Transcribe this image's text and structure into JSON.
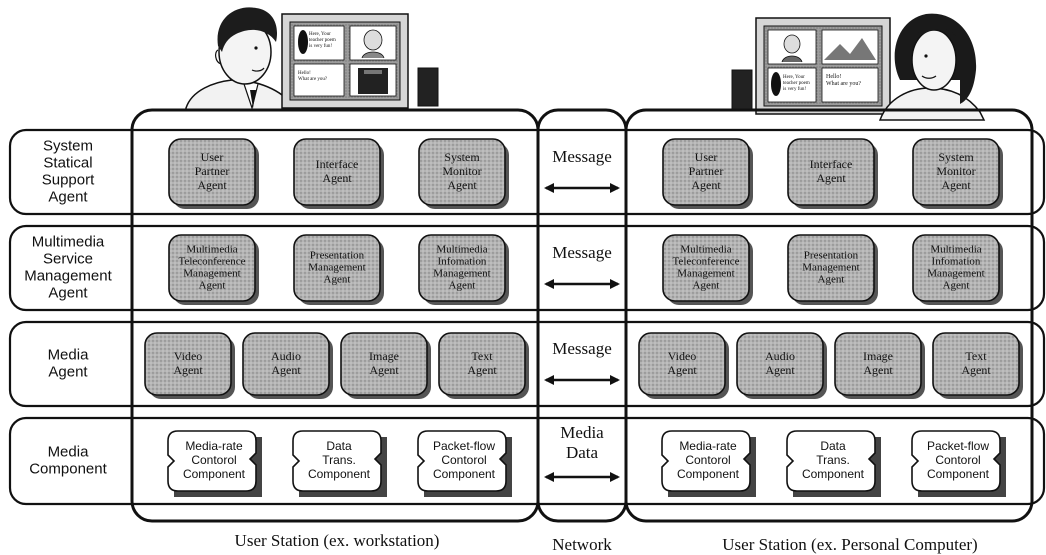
{
  "layers": [
    {
      "label": "System Statical Support Agent",
      "lines": [
        "System",
        "Statical",
        "Support",
        "Agent"
      ]
    },
    {
      "label": "Multimedia Service Management Agent",
      "lines": [
        "Multimedia",
        "Service",
        "Management",
        "Agent"
      ]
    },
    {
      "label": "Media Agent",
      "lines": [
        "Media",
        "Agent"
      ]
    },
    {
      "label": "Media Component",
      "lines": [
        "Media",
        "Component"
      ]
    }
  ],
  "network": {
    "arrow_labels": [
      {
        "lines": [
          "Message"
        ]
      },
      {
        "lines": [
          "Message"
        ]
      },
      {
        "lines": [
          "Message"
        ]
      },
      {
        "lines": [
          "Media",
          "Data"
        ]
      }
    ]
  },
  "stations": [
    {
      "rows": [
        [
          {
            "lines": [
              "User",
              "Partner",
              "Agent"
            ]
          },
          {
            "lines": [
              "Interface",
              "Agent"
            ]
          },
          {
            "lines": [
              "System",
              "Monitor",
              "Agent"
            ]
          }
        ],
        [
          {
            "lines": [
              "Multimedia",
              "Teleconference",
              "Management",
              "Agent"
            ]
          },
          {
            "lines": [
              "Presentation",
              "Management",
              "Agent"
            ]
          },
          {
            "lines": [
              "Multimedia",
              "Infomation",
              "Management",
              "Agent"
            ]
          }
        ],
        [
          {
            "lines": [
              "Video",
              "Agent"
            ]
          },
          {
            "lines": [
              "Audio",
              "Agent"
            ]
          },
          {
            "lines": [
              "Image",
              "Agent"
            ]
          },
          {
            "lines": [
              "Text",
              "Agent"
            ]
          }
        ],
        [
          {
            "lines": [
              "Media-rate",
              "Contorol",
              "Component"
            ]
          },
          {
            "lines": [
              "Data",
              "Trans.",
              "Component"
            ]
          },
          {
            "lines": [
              "Packet-flow",
              "Contorol",
              "Component"
            ]
          }
        ]
      ]
    },
    {
      "rows": [
        [
          {
            "lines": [
              "User",
              "Partner",
              "Agent"
            ]
          },
          {
            "lines": [
              "Interface",
              "Agent"
            ]
          },
          {
            "lines": [
              "System",
              "Monitor",
              "Agent"
            ]
          }
        ],
        [
          {
            "lines": [
              "Multimedia",
              "Teleconference",
              "Management",
              "Agent"
            ]
          },
          {
            "lines": [
              "Presentation",
              "Management",
              "Agent"
            ]
          },
          {
            "lines": [
              "Multimedia",
              "Infomation",
              "Management",
              "Agent"
            ]
          }
        ],
        [
          {
            "lines": [
              "Video",
              "Agent"
            ]
          },
          {
            "lines": [
              "Audio",
              "Agent"
            ]
          },
          {
            "lines": [
              "Image",
              "Agent"
            ]
          },
          {
            "lines": [
              "Text",
              "Agent"
            ]
          }
        ],
        [
          {
            "lines": [
              "Media-rate",
              "Contorol",
              "Component"
            ]
          },
          {
            "lines": [
              "Data",
              "Trans.",
              "Component"
            ]
          },
          {
            "lines": [
              "Packet-flow",
              "Contorol",
              "Component"
            ]
          }
        ]
      ]
    }
  ],
  "captions": {
    "left": "User Station (ex. workstation)",
    "network": "Network",
    "right": "User Station (ex. Personal Computer)"
  },
  "screens": {
    "left_speech": [
      "Here, Your",
      "teacher poem",
      "is very fun!"
    ],
    "left_reply": [
      "Hello!",
      "What are you?"
    ],
    "right_speech": [
      "Here, Your",
      "teacher poem",
      "is very fun!"
    ],
    "right_reply": [
      "Hello!",
      "What are you?"
    ]
  },
  "icons": [
    "man-at-workstation-icon",
    "woman-at-pc-icon",
    "monitor-icon",
    "speaker-icon"
  ],
  "colors": {
    "agent_fill": "#a9a9a9",
    "line": "#111111",
    "background": "#ffffff"
  }
}
